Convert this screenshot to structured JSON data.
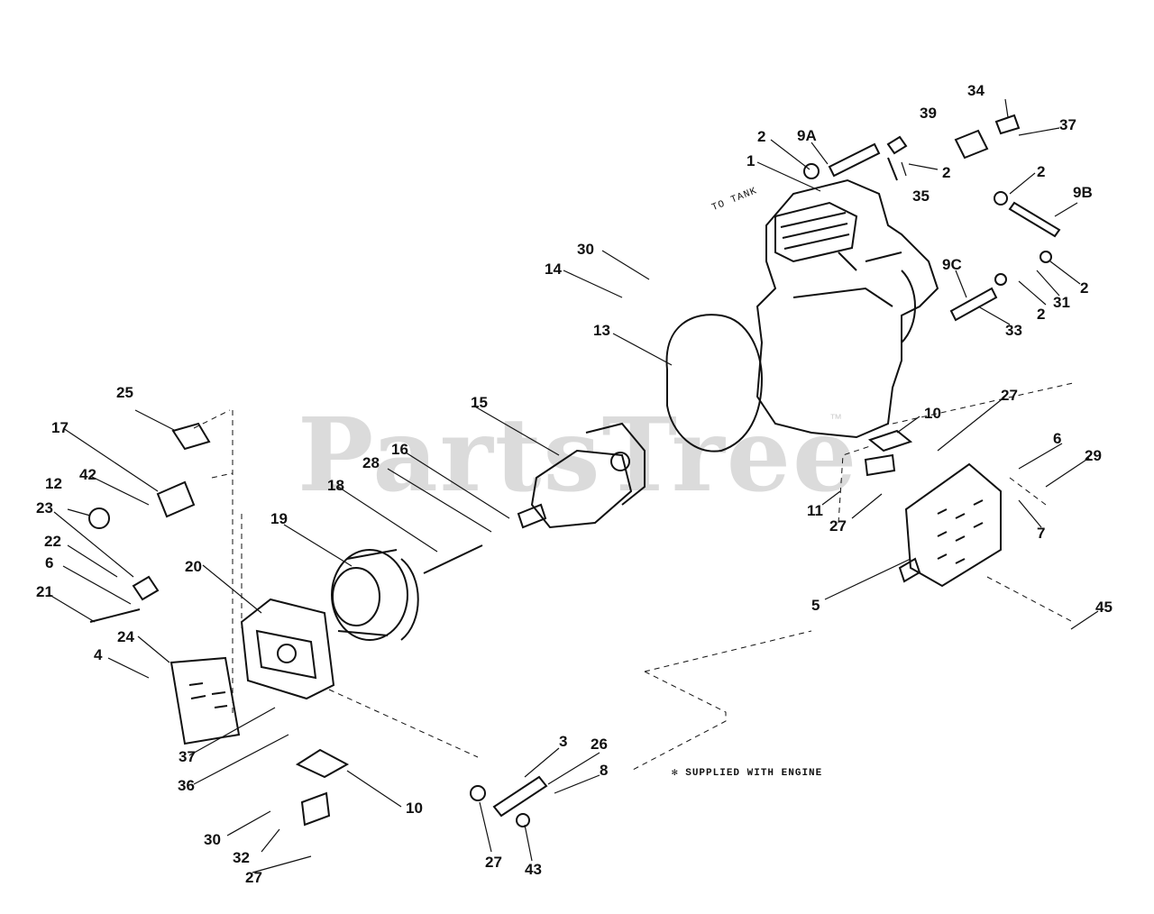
{
  "diagram": {
    "watermark": "PartsTree",
    "watermark_mark": "™",
    "tank_label": "TO TANK",
    "note": "✻ SUPPLIED WITH ENGINE",
    "callouts": [
      {
        "id": "c-34",
        "text": "34"
      },
      {
        "id": "c-39",
        "text": "39"
      },
      {
        "id": "c-37a",
        "text": "37"
      },
      {
        "id": "c-2a",
        "text": "2"
      },
      {
        "id": "c-9a",
        "text": "9A"
      },
      {
        "id": "c-1",
        "text": "1"
      },
      {
        "id": "c-2b",
        "text": "2"
      },
      {
        "id": "c-35",
        "text": "35"
      },
      {
        "id": "c-2c",
        "text": "2"
      },
      {
        "id": "c-9b",
        "text": "9B"
      },
      {
        "id": "c-30a",
        "text": "30"
      },
      {
        "id": "c-14",
        "text": "14"
      },
      {
        "id": "c-9c",
        "text": "9C"
      },
      {
        "id": "c-2d",
        "text": "2"
      },
      {
        "id": "c-31",
        "text": "31"
      },
      {
        "id": "c-2e",
        "text": "2"
      },
      {
        "id": "c-33",
        "text": "33"
      },
      {
        "id": "c-13",
        "text": "13"
      },
      {
        "id": "c-27a",
        "text": "27"
      },
      {
        "id": "c-10a",
        "text": "10"
      },
      {
        "id": "c-25",
        "text": "25"
      },
      {
        "id": "c-15",
        "text": "15"
      },
      {
        "id": "c-16",
        "text": "16"
      },
      {
        "id": "c-17",
        "text": "17"
      },
      {
        "id": "c-28",
        "text": "28"
      },
      {
        "id": "c-6a",
        "text": "6"
      },
      {
        "id": "c-29",
        "text": "29"
      },
      {
        "id": "c-42",
        "text": "42"
      },
      {
        "id": "c-18",
        "text": "18"
      },
      {
        "id": "c-12",
        "text": "12"
      },
      {
        "id": "c-23",
        "text": "23"
      },
      {
        "id": "c-11",
        "text": "11"
      },
      {
        "id": "c-27b",
        "text": "27"
      },
      {
        "id": "c-7",
        "text": "7"
      },
      {
        "id": "c-19",
        "text": "19"
      },
      {
        "id": "c-22",
        "text": "22"
      },
      {
        "id": "c-20",
        "text": "20"
      },
      {
        "id": "c-6b",
        "text": "6"
      },
      {
        "id": "c-21",
        "text": "21"
      },
      {
        "id": "c-5",
        "text": "5"
      },
      {
        "id": "c-45",
        "text": "45"
      },
      {
        "id": "c-24",
        "text": "24"
      },
      {
        "id": "c-4",
        "text": "4"
      },
      {
        "id": "c-3",
        "text": "3"
      },
      {
        "id": "c-26",
        "text": "26"
      },
      {
        "id": "c-37b",
        "text": "37"
      },
      {
        "id": "c-8",
        "text": "8"
      },
      {
        "id": "c-36",
        "text": "36"
      },
      {
        "id": "c-10b",
        "text": "10"
      },
      {
        "id": "c-30b",
        "text": "30"
      },
      {
        "id": "c-32",
        "text": "32"
      },
      {
        "id": "c-27c",
        "text": "27"
      },
      {
        "id": "c-27d",
        "text": "27"
      },
      {
        "id": "c-43",
        "text": "43"
      }
    ]
  }
}
